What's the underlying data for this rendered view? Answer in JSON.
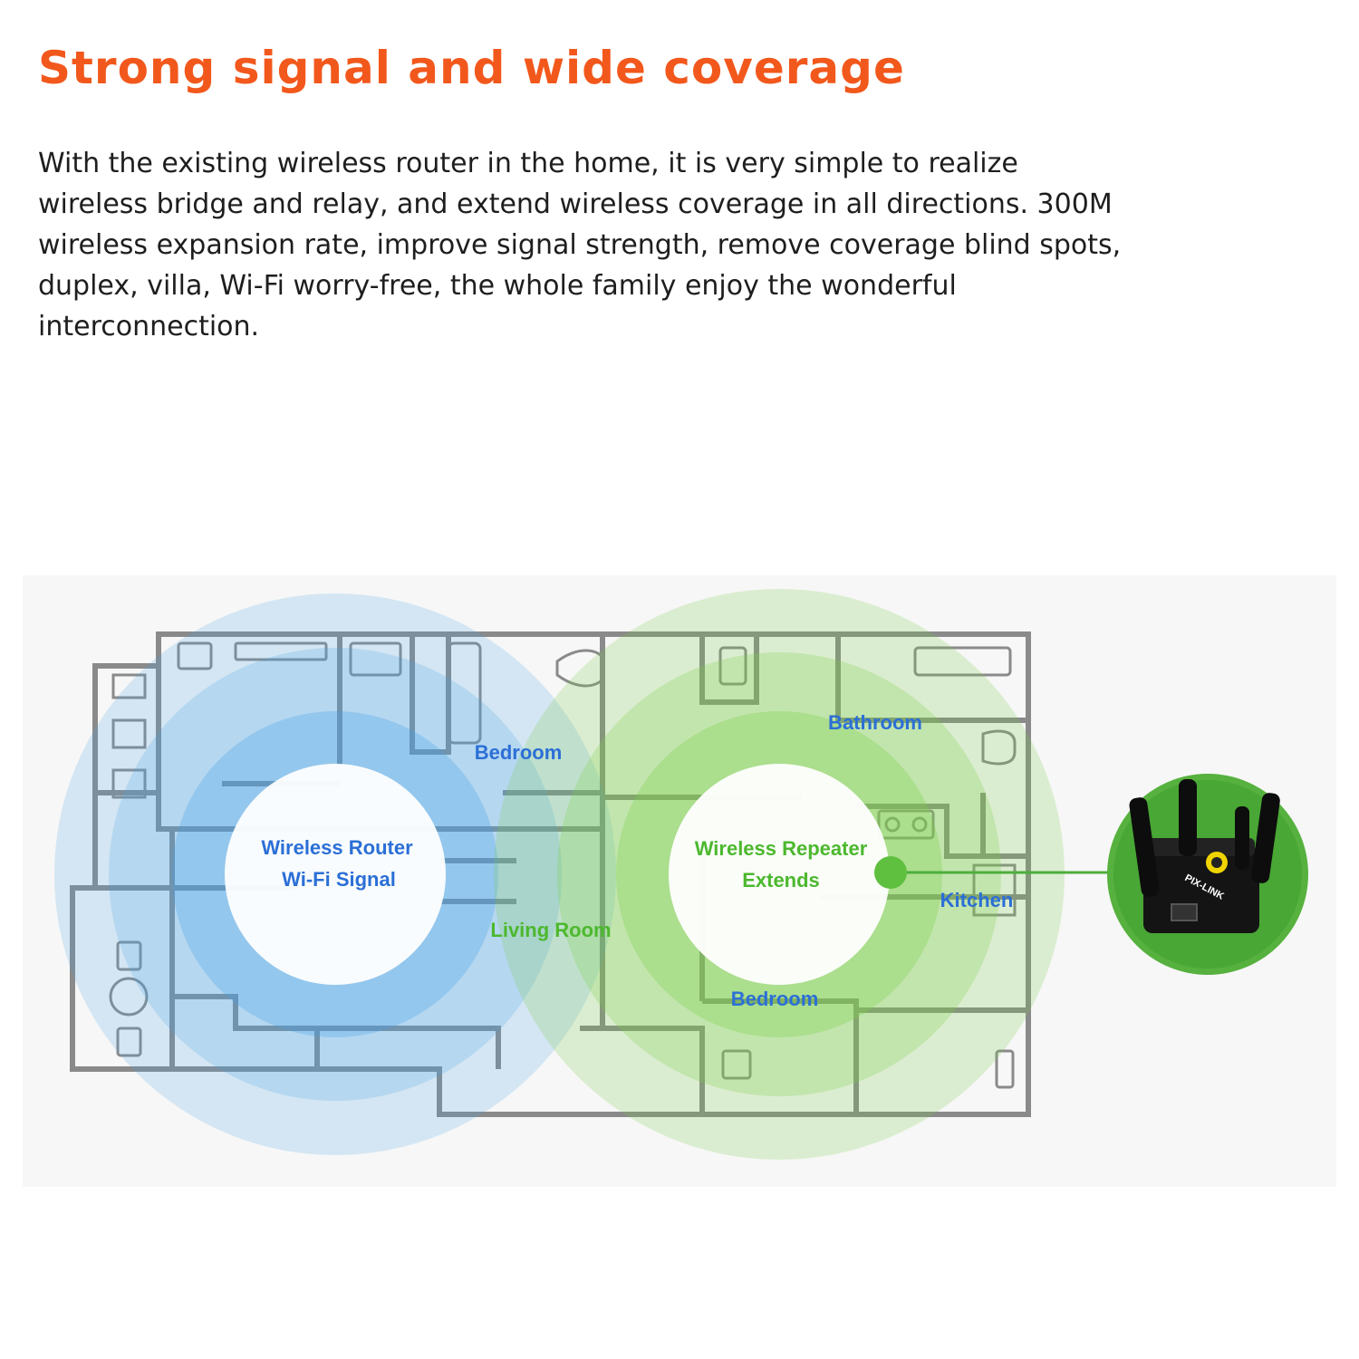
{
  "header": {
    "title": "Strong signal and wide coverage",
    "description": "With the existing wireless router in the home, it is very simple to realize wireless bridge and relay, and extend wireless coverage in all directions. 300M wireless expansion rate, improve signal strength, remove coverage blind spots, duplex, villa, Wi-Fi worry-free, the whole family enjoy the wonderful interconnection."
  },
  "diagram": {
    "router": {
      "line1": "Wireless Router",
      "line2": "Wi-Fi Signal"
    },
    "repeater": {
      "line1": "Wireless Repeater",
      "line2": "Extends"
    },
    "rooms": {
      "bedroom_left": "Bedroom",
      "living_room": "Living Room",
      "bathroom": "Bathroom",
      "kitchen": "Kitchen",
      "bedroom_right": "Bedroom"
    },
    "device": {
      "brand": "PIX-LINK"
    }
  },
  "colors": {
    "title": "#f2581c",
    "router_signal": "#4aa3e8",
    "repeater_signal": "#7ccf4a",
    "room_label_blue": "#2b6fd6",
    "room_label_green": "#4cb82e"
  }
}
